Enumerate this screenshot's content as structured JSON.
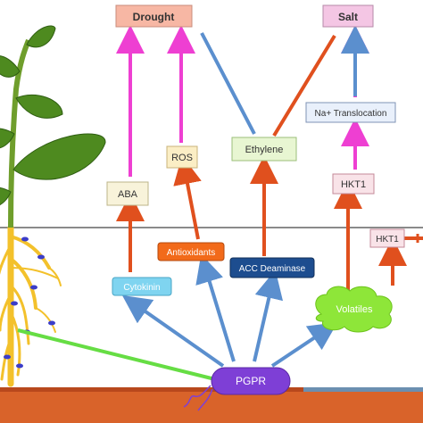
{
  "nodes": {
    "drought": "Drought",
    "salt": "Salt",
    "na_translocation": "Na+ Translocation",
    "ros": "ROS",
    "ethylene": "Ethylene",
    "hkt1_upper": "HKT1",
    "aba": "ABA",
    "hkt1_lower": "HKT1",
    "antioxidants": "Antioxidants",
    "acc_deaminase": "ACC Deaminase",
    "cytokinin": "Cytokinin",
    "volatiles": "Volatiles",
    "pgpr": "PGPR"
  },
  "colors": {
    "pink_arrow": "#ee3fd2",
    "blue_arrow": "#5b8fce",
    "red_arrow": "#e0501e",
    "green_line": "#66dd44",
    "soil": "#d9632a",
    "soil_shadow": "#b8481c",
    "pgpr_fill": "#7e3fd6",
    "root": "#f3c12b",
    "leaf": "#4e8a1f",
    "stem": "#6f9e2c",
    "drought_box": "#f7b7a4",
    "salt_box": "#f4c6e4",
    "na_box": "#e9f0fb",
    "ros_box": "#fbeec5",
    "ethylene_box": "#e8f6d2",
    "hkt1_box": "#f9e3e8",
    "aba_box": "#f8f3da",
    "antioxidants_box": "#f26a1a",
    "acc_box": "#1d4d8f",
    "cytokinin_box": "#7fd4f0",
    "volatiles_fill": "#8ee639"
  }
}
